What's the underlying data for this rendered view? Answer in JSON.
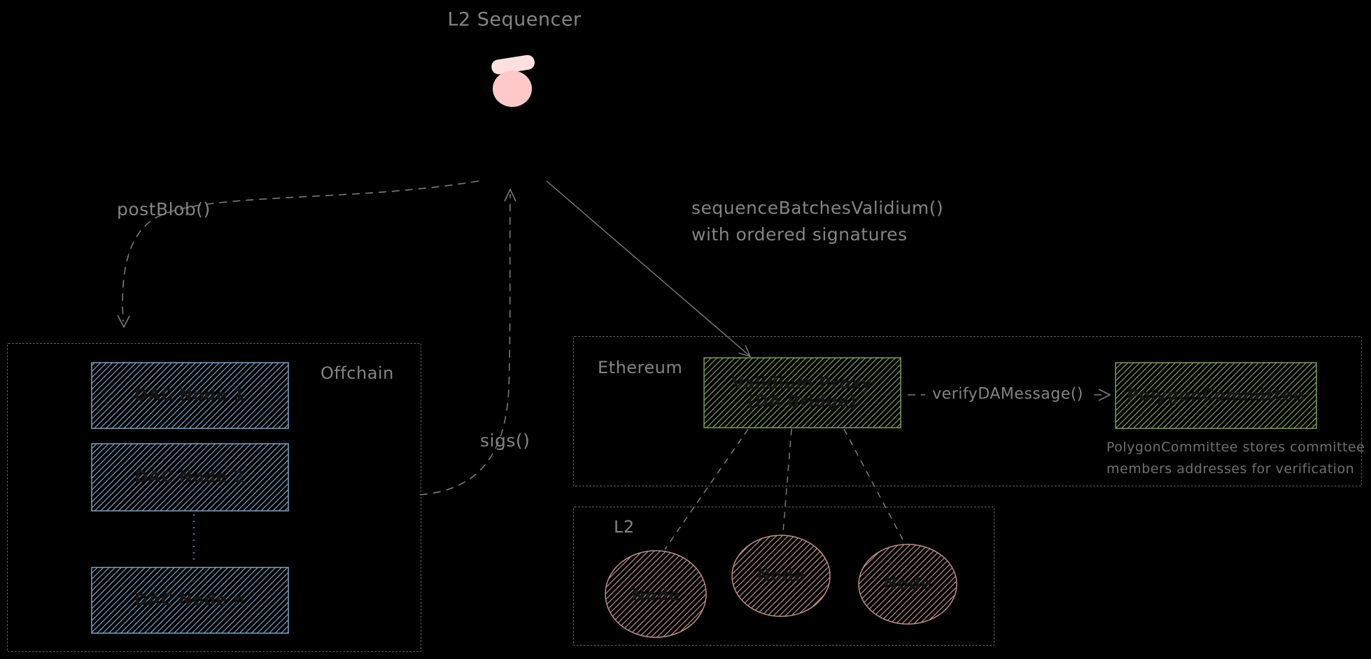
{
  "sequencer": {
    "title": "L2 Sequencer"
  },
  "arrows": {
    "post_blob": "postBlob()",
    "sigs": "sigs()",
    "sequence_batches_line1": "sequenceBatchesValidium()",
    "sequence_batches_line2": "with ordered signatures",
    "verify_da_message": "verifyDAMessage()"
  },
  "offchain": {
    "label": "Offchain",
    "nodes": [
      "DAC Node 1",
      "DAC Node 2",
      "DAC Node n"
    ]
  },
  "ethereum": {
    "label": "Ethereum",
    "validium_proxy_line1": "Validium Proxy",
    "validium_proxy_line2": "(DA Bridge)",
    "polygon_committee": "PolygonCommittee",
    "note_line1": "PolygonCommittee stores committee",
    "note_line2": "members addresses for verification"
  },
  "l2": {
    "label": "L2",
    "nodes": [
      "Node",
      "Node",
      "Node"
    ]
  },
  "colors": {
    "background": "#000000",
    "muted_text": "#848484",
    "dim_text": "#6f6f6f",
    "dark_text": "#161616",
    "blue": "#7ba2c4",
    "green": "#7f9e63",
    "rose": "#bd8f8a",
    "skin": "#ffc9c9",
    "skin_light": "#ffe0e0",
    "line": "#7a7a7a",
    "container_border": "#5f5f5f"
  }
}
